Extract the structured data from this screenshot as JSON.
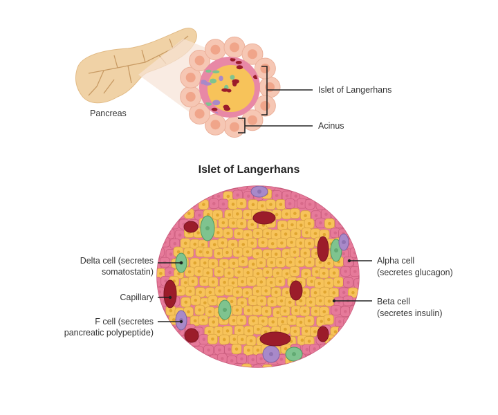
{
  "overview": {
    "pancreas_label": "Pancreas",
    "islet_label": "Islet of Langerhans",
    "acinus_label": "Acinus"
  },
  "detail": {
    "title": "Islet of Langerhans",
    "labels": {
      "delta": [
        "Delta cell (secretes",
        "somatostatin)"
      ],
      "capillary": "Capillary",
      "f_cell": [
        "F cell (secretes",
        "pancreatic polypeptide)"
      ],
      "alpha": [
        "Alpha cell",
        "(secretes glucagon)"
      ],
      "beta": [
        "Beta cell",
        "(secretes insulin)"
      ]
    }
  },
  "colors": {
    "beta": "#f7c35a",
    "alpha": "#e67a9a",
    "delta": "#7fc38f",
    "f_cell": "#a889c9",
    "capillary": "#9b1c2a",
    "pancreas": "#f0d2a6",
    "acinus": "#f0a58a"
  }
}
